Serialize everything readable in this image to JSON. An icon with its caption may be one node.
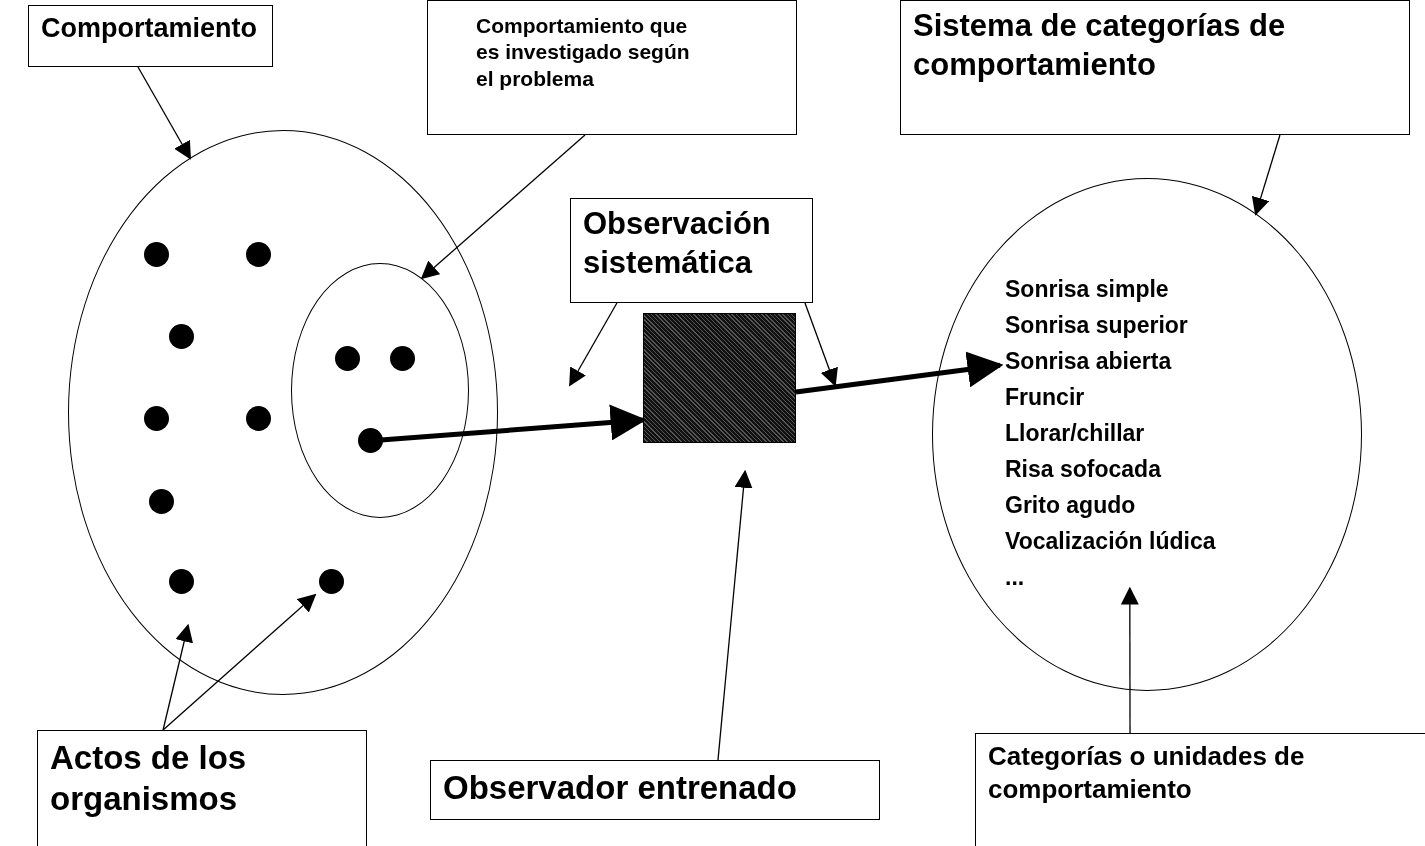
{
  "diagram": {
    "nodes": [
      {
        "text": [
          "Comportamiento"
        ]
      },
      {
        "text": [
          "Comportamiento que es investigado según el problema"
        ]
      },
      {
        "text": [
          "Sistema de categorías de comportamiento"
        ]
      },
      {
        "text": [],
        "shape": "ellipse"
      },
      {
        "text": [],
        "shape": "ellipse",
        "in": 3
      },
      {
        "text": [
          "Observación sistemática"
        ]
      },
      {
        "text": [
          "Sonrisa simple",
          "Sonrisa superior",
          "Sonrisa abierta",
          "Fruncir",
          "Llorar/chillar",
          "Risa sofocada",
          "Grito agudo",
          "Vocalización lúdica",
          "..."
        ]
      },
      {
        "text": [],
        "shape": "circle",
        "in": 3
      },
      {
        "text": [],
        "shape": "circle",
        "in": 3
      },
      {
        "text": [],
        "shape": "circle",
        "in": 3
      },
      {
        "text": [],
        "shape": "circle",
        "in": 4
      },
      {
        "text": [],
        "shape": "circle",
        "in": 4
      },
      {
        "text": [],
        "shape": "circle",
        "in": 3
      },
      {
        "text": [],
        "shape": "circle",
        "in": 3
      },
      {
        "text": [],
        "shape": "circle",
        "in": 4
      },
      {
        "text": [],
        "shape": "circle",
        "in": 3
      },
      {
        "text": [],
        "shape": "circle",
        "in": 3
      },
      {
        "text": [],
        "shape": "circle",
        "in": 3
      },
      {
        "text": [],
        "shape": "box"
      },
      {
        "text": [
          "Actos de los organismos"
        ]
      },
      {
        "text": [
          "Observador entrenado"
        ]
      },
      {
        "text": [
          "Categorías o unidades de comportamiento"
        ]
      }
    ],
    "edges": [
      {
        "from": 0,
        "to": 3,
        "arrow": "to"
      },
      {
        "from": 1,
        "to": 4,
        "arrow": "to"
      },
      {
        "from": 2,
        "to": 6,
        "arrow": "to"
      },
      {
        "from": 14,
        "to": 18,
        "arrow": "to",
        "style": "thick"
      },
      {
        "from": 18,
        "to": 6,
        "arrow": "to",
        "style": "thick"
      },
      {
        "from": 5,
        "to": null,
        "arrow": "to"
      },
      {
        "from": 5,
        "to": null,
        "arrow": "to"
      },
      {
        "from": 19,
        "to": 16,
        "arrow": "to"
      },
      {
        "from": 19,
        "to": 17,
        "arrow": "to"
      },
      {
        "from": 20,
        "to": 18,
        "arrow": "to"
      },
      {
        "from": 21,
        "to": 6,
        "arrow": "to"
      }
    ]
  }
}
